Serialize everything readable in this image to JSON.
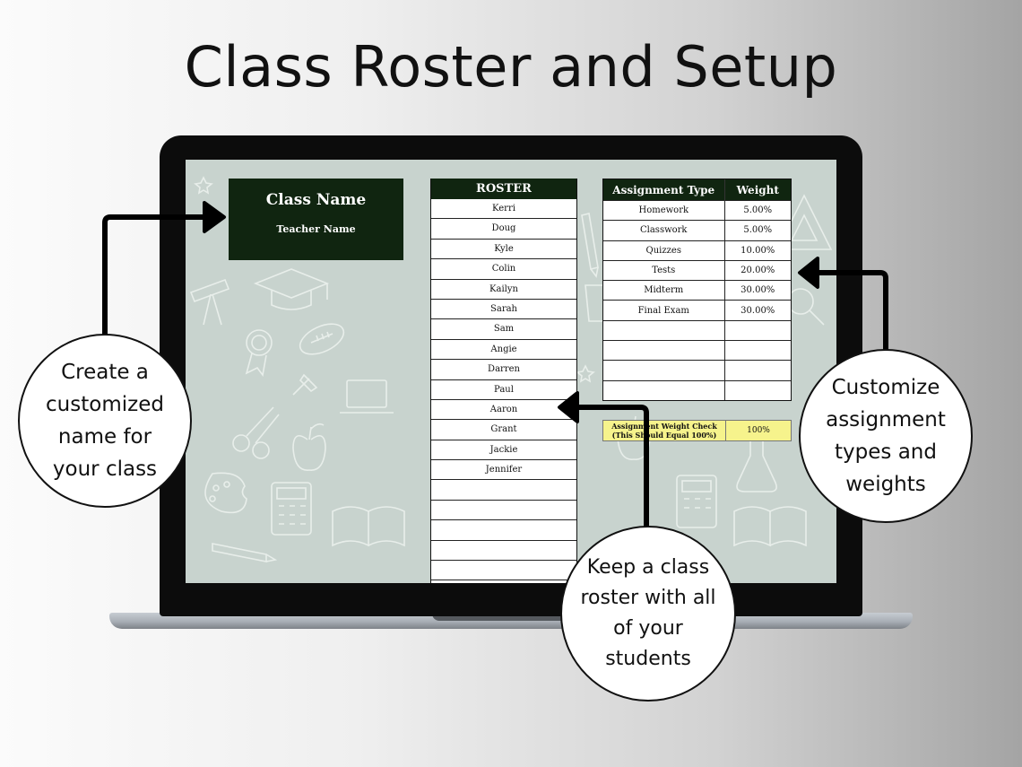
{
  "title": "Class Roster and Setup",
  "class_box": {
    "class_name": "Class Name",
    "teacher_name": "Teacher Name"
  },
  "roster": {
    "header": "ROSTER",
    "students": [
      "Kerri",
      "Doug",
      "Kyle",
      "Colin",
      "Kailyn",
      "Sarah",
      "Sam",
      "Angie",
      "Darren",
      "Paul",
      "Aaron",
      "Grant",
      "Jackie",
      "Jennifer",
      "",
      "",
      "",
      "",
      "",
      ""
    ]
  },
  "assignments": {
    "headers": {
      "type": "Assignment Type",
      "weight": "Weight"
    },
    "rows": [
      {
        "type": "Homework",
        "weight": "5.00%"
      },
      {
        "type": "Classwork",
        "weight": "5.00%"
      },
      {
        "type": "Quizzes",
        "weight": "10.00%"
      },
      {
        "type": "Tests",
        "weight": "20.00%"
      },
      {
        "type": "Midterm",
        "weight": "30.00%"
      },
      {
        "type": "Final Exam",
        "weight": "30.00%"
      },
      {
        "type": "",
        "weight": ""
      },
      {
        "type": "",
        "weight": ""
      },
      {
        "type": "",
        "weight": ""
      },
      {
        "type": "",
        "weight": ""
      }
    ]
  },
  "weight_check": {
    "label_line1": "Assignment Weight Check",
    "label_line2": "(This Should Equal 100%)",
    "value": "100%"
  },
  "callouts": {
    "left": [
      "Create a",
      "customized",
      "name for",
      "your class"
    ],
    "bottom": [
      "Keep a class",
      "roster with all",
      "of your",
      "students"
    ],
    "right": [
      "Customize",
      "assignment",
      "types and",
      "weights"
    ]
  },
  "colors": {
    "header_green": "#102510",
    "screen_bg": "#c8d3ce",
    "check_yellow": "#f6f38c"
  }
}
